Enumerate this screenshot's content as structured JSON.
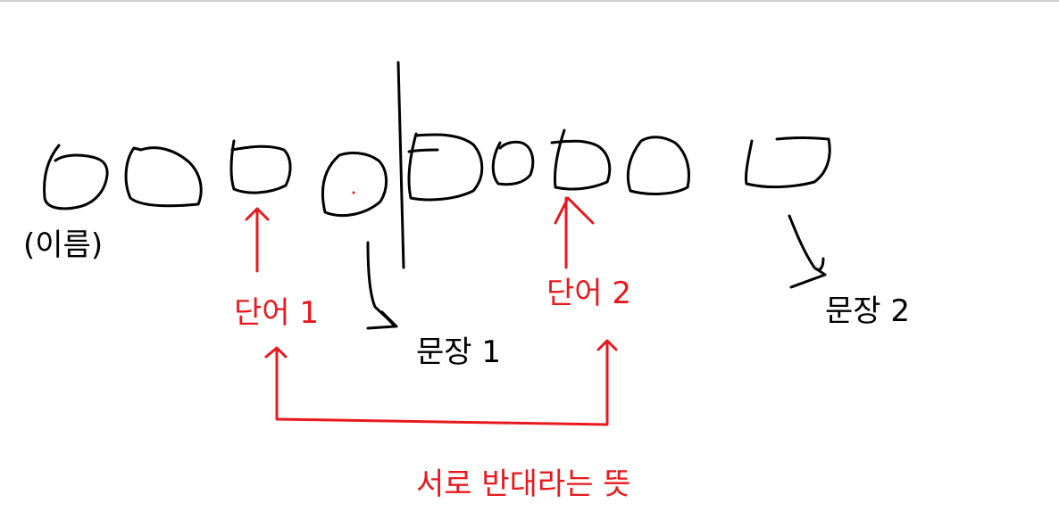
{
  "colors": {
    "ink": "#000000",
    "accent": "#e8191e",
    "background": "#ffffff"
  },
  "labels": {
    "origin": "(이름)",
    "word1": "단어 1",
    "word2": "단어 2",
    "sentence1": "문장 1",
    "sentence2": "문장 2",
    "caption": "서로 반대라는 뜻"
  }
}
